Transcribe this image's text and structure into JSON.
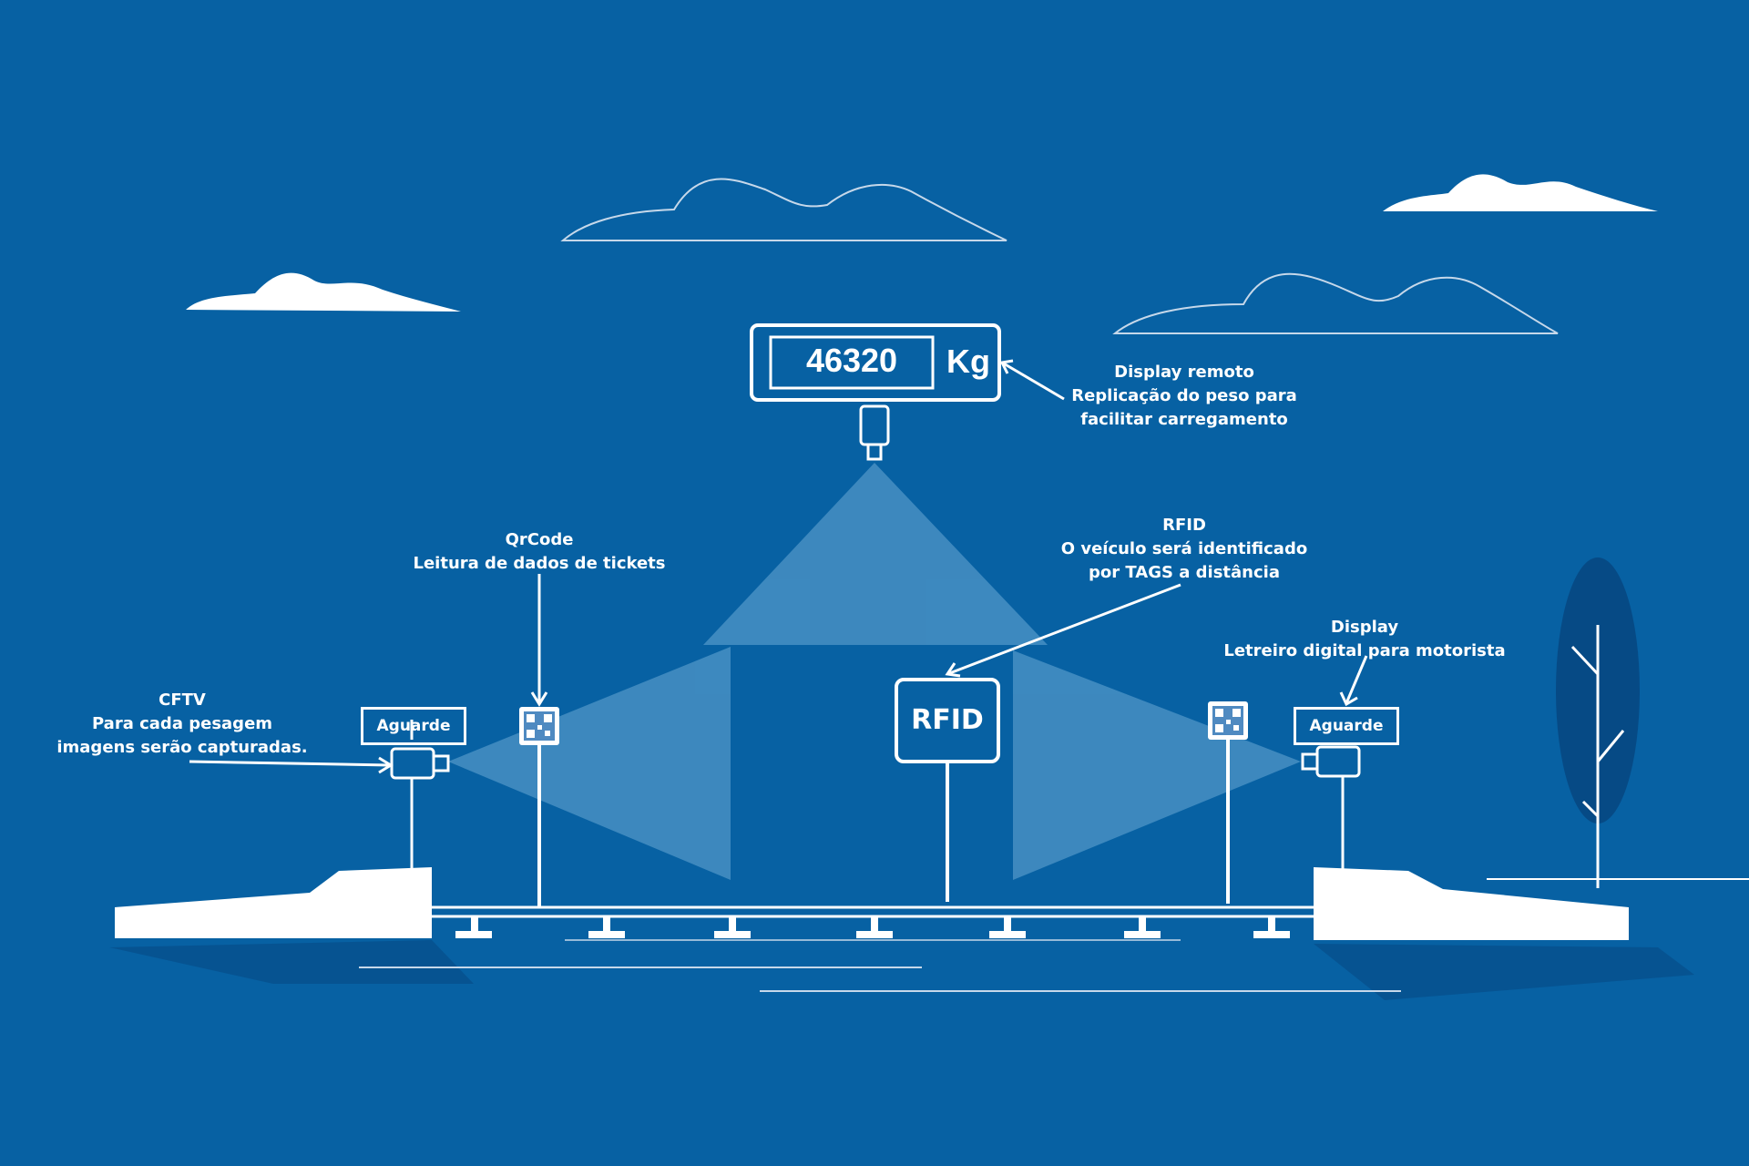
{
  "remote_display": {
    "value": "46320",
    "unit": "Kg",
    "caption": [
      "Display remoto",
      "Replicação do peso para",
      "facilitar carregamento"
    ]
  },
  "qrcode": {
    "caption": [
      "QrCode",
      "Leitura de dados de tickets"
    ]
  },
  "rfid": {
    "sign": "RFID",
    "caption": [
      "RFID",
      "O veículo será identificado",
      "por TAGS a distância"
    ]
  },
  "driver_display": {
    "caption": [
      "Display",
      "Letreiro digital para motorista"
    ]
  },
  "cftv": {
    "caption": [
      "CFTV",
      "Para cada pesagem",
      "imagens serão capturadas."
    ]
  },
  "boards": {
    "left": "Aguarde",
    "right": "Aguarde"
  },
  "colors": {
    "background": "#0761a3",
    "line": "#ffffff",
    "beam": "#5b9fd0",
    "tree": "#064a85"
  }
}
